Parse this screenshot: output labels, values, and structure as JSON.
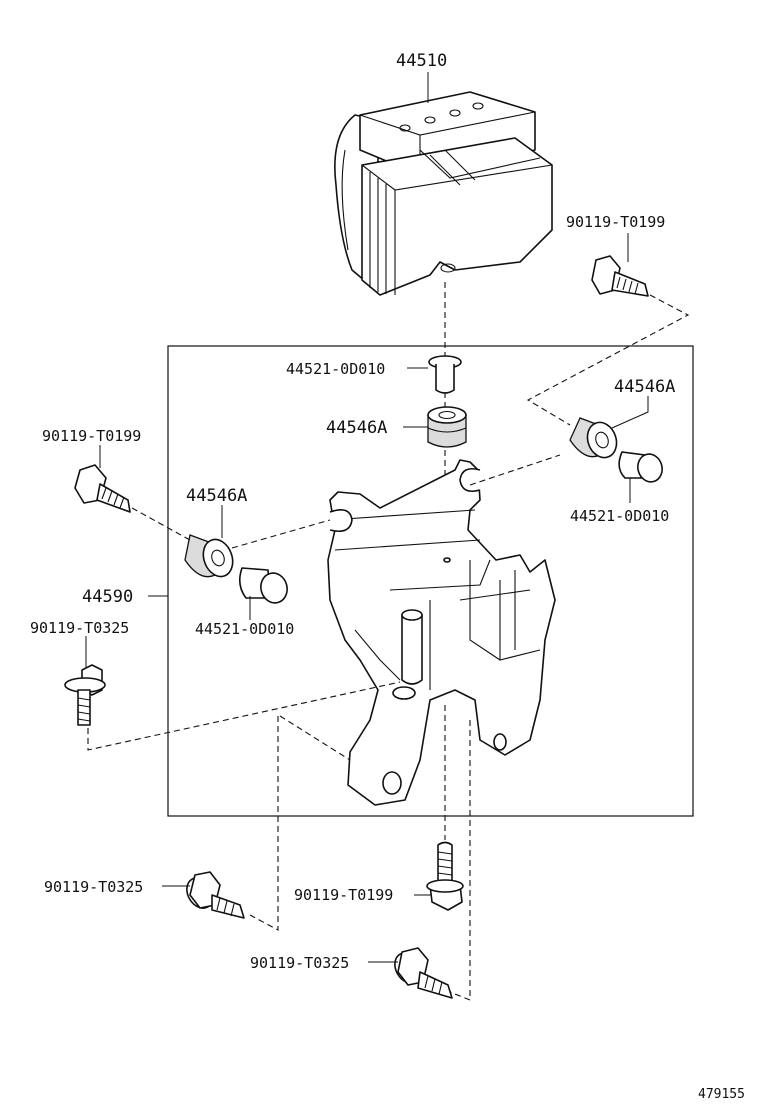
{
  "diagram": {
    "callouts": {
      "actuator": "44510",
      "bracket": "44590",
      "bolt_top_right": "90119-T0199",
      "bolt_left": "90119-T0199",
      "bolt_left_lower": "90119-T0325",
      "bolt_bottom_left": "90119-T0325",
      "bolt_bottom_center": "90119-T0199",
      "bolt_bottom_right": "90119-T0325",
      "collar_top": "44521-0D010",
      "collar_right": "44521-0D010",
      "collar_left": "44521-0D010",
      "cushion_center": "44546A",
      "cushion_right": "44546A",
      "cushion_left": "44546A"
    },
    "figure_number": "479155"
  }
}
